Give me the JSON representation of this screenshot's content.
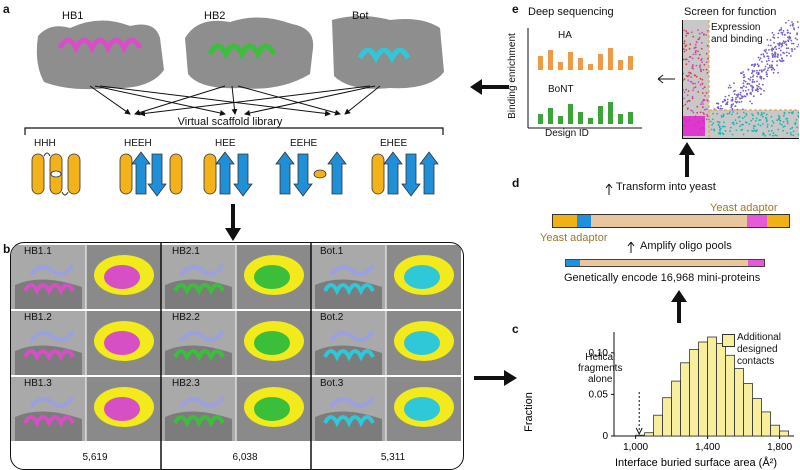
{
  "panel_a": {
    "letter": "a",
    "binders": [
      "HB1",
      "HB2",
      "Bot"
    ],
    "library_label": "Virtual scaffold library",
    "topologies": [
      "HHH",
      "HEEH",
      "HEE",
      "EEHE",
      "EHEE"
    ]
  },
  "panel_b": {
    "letter": "b",
    "columns": [
      {
        "rows": [
          "HB1.1",
          "HB1.2",
          "HB1.3"
        ],
        "count": "5,619"
      },
      {
        "rows": [
          "HB2.1",
          "HB2.2",
          "HB2.3"
        ],
        "count": "6,038"
      },
      {
        "rows": [
          "Bot.1",
          "Bot.2",
          "Bot.3"
        ],
        "count": "5,311"
      }
    ]
  },
  "panel_e": {
    "letter": "e",
    "deep_title": "Deep sequencing",
    "y_label": "Binding enrichment",
    "x_label": "Design ID",
    "ha_label": "HA",
    "bont_label": "BoNT",
    "screen_title": "Screen for function",
    "gate_label_line1": "Expression",
    "gate_label_line2": "and binding"
  },
  "panel_d": {
    "letter": "d",
    "step_transform": "Transform into yeast",
    "yeast_adaptor_right": "Yeast adaptor",
    "yeast_adaptor_left": "Yeast adaptor",
    "step_amplify": "Amplify oligo pools",
    "step_encode": "Genetically encode 16,968 mini-proteins"
  },
  "panel_c": {
    "letter": "c",
    "annotation_line1": "Helical",
    "annotation_line2": "fragments",
    "annotation_line3": "alone",
    "legend_line1": "Additional",
    "legend_line2": "designed",
    "legend_line3": "contacts"
  },
  "colors": {
    "magenta": "#d64fc4",
    "green": "#3bbf3b",
    "cyan": "#2ec8d8",
    "yellow": "#f2ea1a",
    "helix_orange": "#f3b21a",
    "strand_blue": "#1f8fd8",
    "bar_fill": "#f7ee9e",
    "adaptor_orange": "#f0b114",
    "adaptor_blue": "#1e90e0",
    "adaptor_pink": "#e75ad6",
    "construct_tan": "#e8c79e",
    "gate_orange": "#e8a44a"
  },
  "chart_data": {
    "type": "bar",
    "title": "",
    "xlabel": "Interface buried surface area (Å²)",
    "ylabel": "Fraction",
    "xlim": [
      880,
      1880
    ],
    "ylim": [
      0,
      0.125
    ],
    "x_ticks": [
      1000,
      1400,
      1800
    ],
    "x_tick_labels": [
      "1,000",
      "1,400",
      "1,800"
    ],
    "y_ticks": [
      0,
      0.05,
      0.1
    ],
    "y_tick_labels": [
      "0",
      "0.05",
      "0.10"
    ],
    "bin_width": 50,
    "bin_starts": [
      1000,
      1050,
      1100,
      1150,
      1200,
      1250,
      1300,
      1350,
      1400,
      1450,
      1500,
      1550,
      1600,
      1650,
      1700,
      1750,
      1800
    ],
    "values": [
      0.001,
      0.004,
      0.025,
      0.046,
      0.066,
      0.088,
      0.104,
      0.113,
      0.119,
      0.111,
      0.097,
      0.081,
      0.063,
      0.045,
      0.029,
      0.013,
      0.006
    ],
    "annotation_x": 1020,
    "legend": "top-right",
    "legend_entries": [
      "Additional designed contacts"
    ]
  }
}
